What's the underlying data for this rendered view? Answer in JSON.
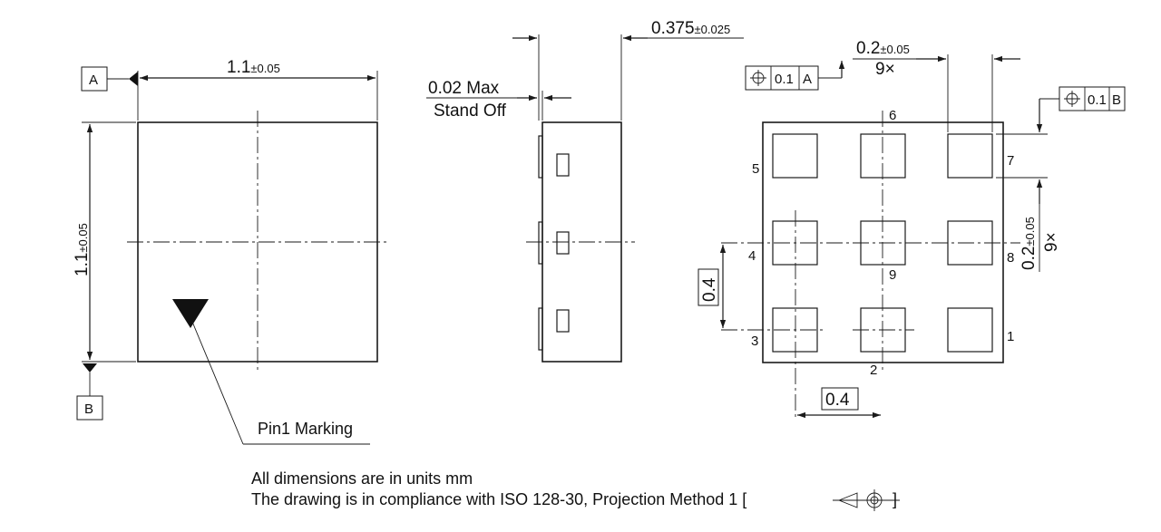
{
  "datum_a": "A",
  "datum_b": "B",
  "top_view": {
    "width_value": "1.1",
    "width_tol": "±0.05",
    "height_value": "1.1",
    "height_tol": "±0.05",
    "pin1_label": "Pin1 Marking"
  },
  "side_view": {
    "thickness_value": "0.375",
    "thickness_tol": "±0.025",
    "standoff_line1": "0.02 Max",
    "standoff_line2": "Stand Off"
  },
  "bottom_view": {
    "pad_size_value": "0.2",
    "pad_size_tol": "±0.05",
    "pad_count": "9×",
    "pitch_x": "0.4",
    "pitch_y": "0.4",
    "fcf_a_tol": "0.1",
    "fcf_a_datum": "A",
    "fcf_b_tol": "0.1",
    "fcf_b_datum": "B",
    "pin_numbers": [
      "1",
      "2",
      "3",
      "4",
      "5",
      "6",
      "7",
      "8",
      "9"
    ]
  },
  "notes": {
    "line1": "All dimensions are in units mm",
    "line2_prefix": "The drawing is in compliance with ISO 128-30, Projection Method 1 [",
    "line2_suffix": "]"
  }
}
